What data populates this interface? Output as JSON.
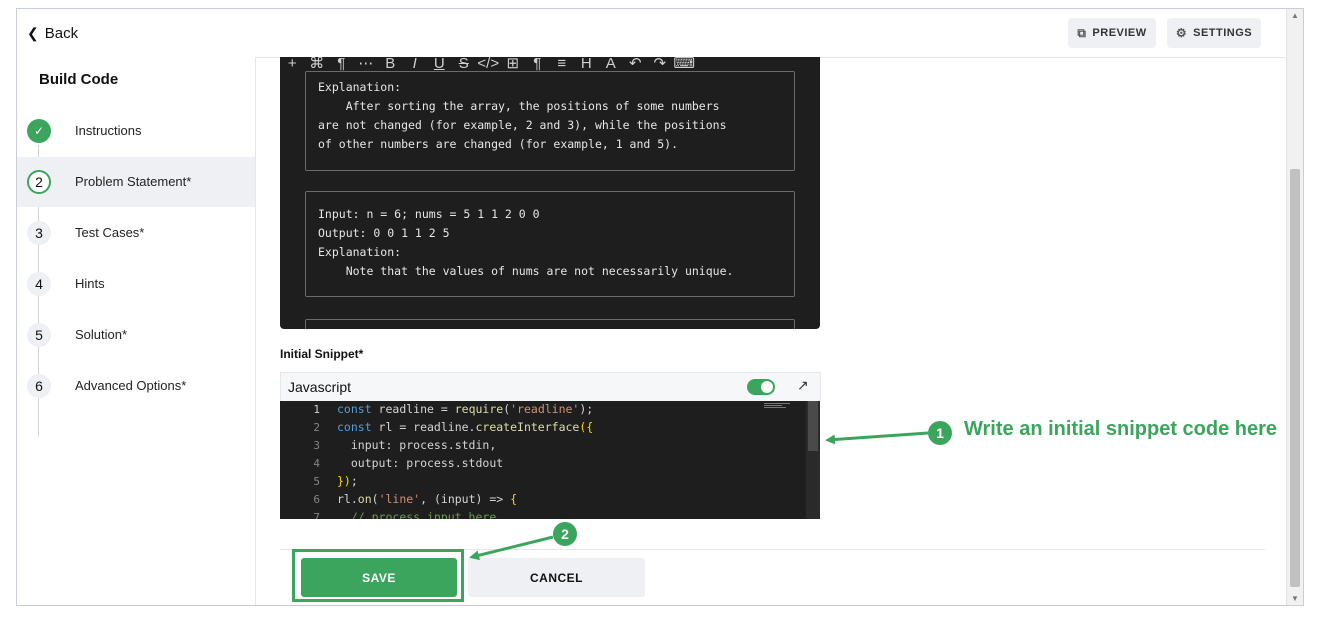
{
  "header": {
    "back_label": "Back",
    "preview_label": "PREVIEW",
    "settings_label": "SETTINGS"
  },
  "sidebar": {
    "title": "Build Code",
    "steps": [
      {
        "number": "✓",
        "label": "Instructions",
        "state": "done"
      },
      {
        "number": "2",
        "label": "Problem Statement*",
        "state": "current"
      },
      {
        "number": "3",
        "label": "Test Cases*",
        "state": "todo"
      },
      {
        "number": "4",
        "label": "Hints",
        "state": "todo"
      },
      {
        "number": "5",
        "label": "Solution*",
        "state": "todo"
      },
      {
        "number": "6",
        "label": "Advanced Options*",
        "state": "todo"
      }
    ]
  },
  "editor": {
    "toolbar_icons": [
      "plus-icon",
      "link-icon",
      "paragraph-icon",
      "more-icon",
      "bold-icon",
      "italic-icon",
      "underline-icon",
      "strikethrough-icon",
      "code-icon",
      "table-icon",
      "rtl-icon",
      "align-icon",
      "heading-icon",
      "font-icon",
      "undo-icon",
      "redo-icon",
      "keyboard-icon"
    ],
    "example_blocks": [
      "Explanation:\n    After sorting the array, the positions of some numbers\nare not changed (for example, 2 and 3), while the positions\nof other numbers are changed (for example, 1 and 5).",
      "Input: n = 6; nums = 5 1 1 2 0 0\nOutput: 0 0 1 1 2 5\nExplanation:\n    Note that the values of nums are not necessarily unique."
    ]
  },
  "snippet": {
    "label": "Initial Snippet*",
    "language": "Javascript",
    "toggle_on": true,
    "line_numbers": [
      "1",
      "2",
      "3",
      "4",
      "5",
      "6",
      "7"
    ]
  },
  "actions": {
    "save_label": "SAVE",
    "cancel_label": "CANCEL"
  },
  "annotations": {
    "badge_1": "1",
    "badge_2": "2",
    "note_1": "Write an initial snippet code here"
  },
  "colors": {
    "accent": "#3ba55d",
    "editor_bg": "#1e1e1e"
  }
}
